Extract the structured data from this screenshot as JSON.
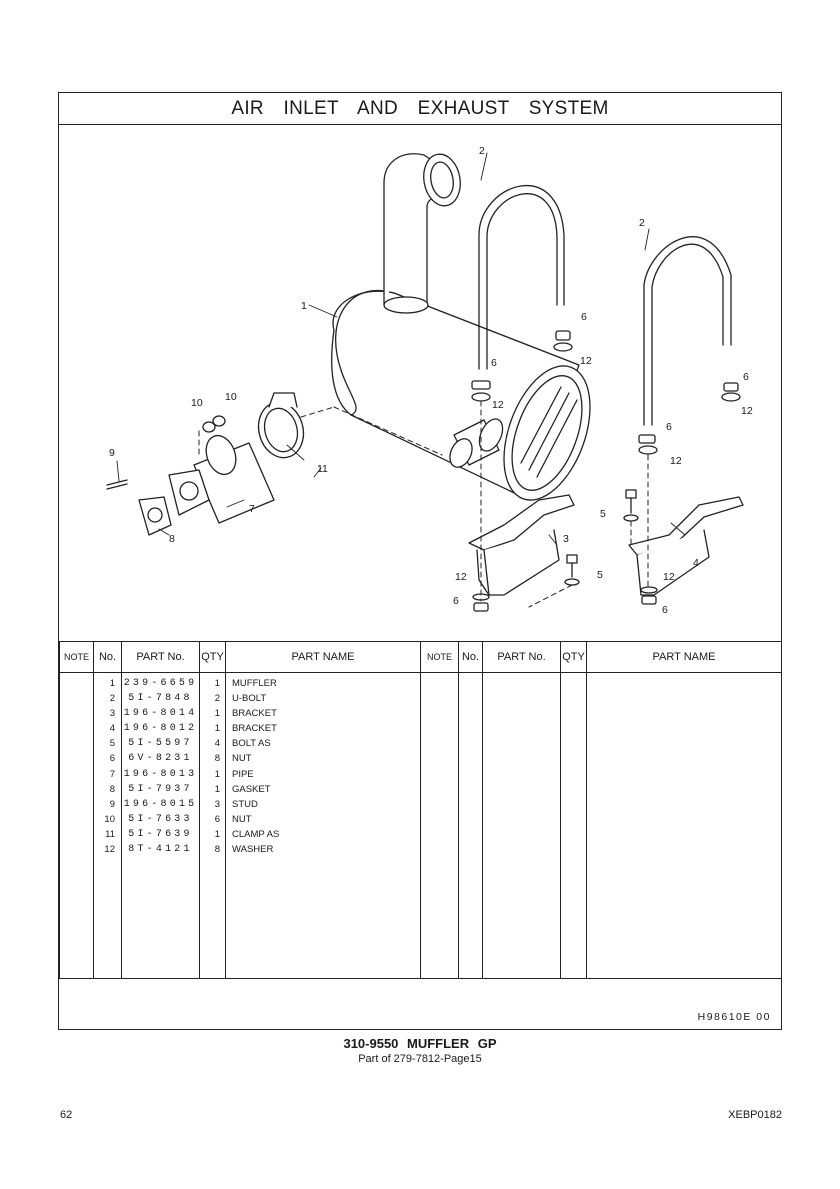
{
  "section_title": "AIR INLET AND EXHAUST SYSTEM",
  "callouts": {
    "muffler": "1",
    "ubolt_left": "2",
    "ubolt_right": "2",
    "bracket_a": "3",
    "bracket_b": "4",
    "bolt_left": "5",
    "bolt_right": "5",
    "nut_a": "6",
    "nut_b": "6",
    "nut_c": "6",
    "nut_d": "6",
    "nut_e": "6",
    "nut_f": "6",
    "pipe": "7",
    "gasket": "8",
    "stud": "9",
    "nut10_a": "10",
    "nut10_b": "10",
    "clamp": "11",
    "washer_a": "12",
    "washer_b": "12",
    "washer_c": "12",
    "washer_d": "12",
    "washer_e": "12",
    "washer_f": "12"
  },
  "table": {
    "headers": {
      "note": "NOTE",
      "no": "No.",
      "part_no": "PART No.",
      "qty": "QTY",
      "part_name": "PART NAME"
    },
    "rows": [
      {
        "no": "1",
        "part_no": "239-6659",
        "qty": "1",
        "name": "MUFFLER"
      },
      {
        "no": "2",
        "part_no": "5I-7848",
        "qty": "2",
        "name": "U-BOLT"
      },
      {
        "no": "3",
        "part_no": "196-8014",
        "qty": "1",
        "name": "BRACKET"
      },
      {
        "no": "4",
        "part_no": "196-8012",
        "qty": "1",
        "name": "BRACKET"
      },
      {
        "no": "5",
        "part_no": "5I-5597",
        "qty": "4",
        "name": "BOLT AS"
      },
      {
        "no": "6",
        "part_no": "6V-8231",
        "qty": "8",
        "name": "NUT"
      },
      {
        "no": "7",
        "part_no": "196-8013",
        "qty": "1",
        "name": "PIPE"
      },
      {
        "no": "8",
        "part_no": "5I-7937",
        "qty": "1",
        "name": "GASKET"
      },
      {
        "no": "9",
        "part_no": "196-8015",
        "qty": "3",
        "name": "STUD"
      },
      {
        "no": "10",
        "part_no": "5I-7633",
        "qty": "6",
        "name": "NUT"
      },
      {
        "no": "11",
        "part_no": "5I-7639",
        "qty": "1",
        "name": "CLAMP AS"
      },
      {
        "no": "12",
        "part_no": "8T-4121",
        "qty": "8",
        "name": "WASHER"
      }
    ]
  },
  "footer_code": "H98610E 00",
  "caption_main": "310-9550 MUFFLER GP",
  "caption_sub": "Part of 279-7812-Page15",
  "page_number": "62",
  "doc_code": "XEBP0182"
}
